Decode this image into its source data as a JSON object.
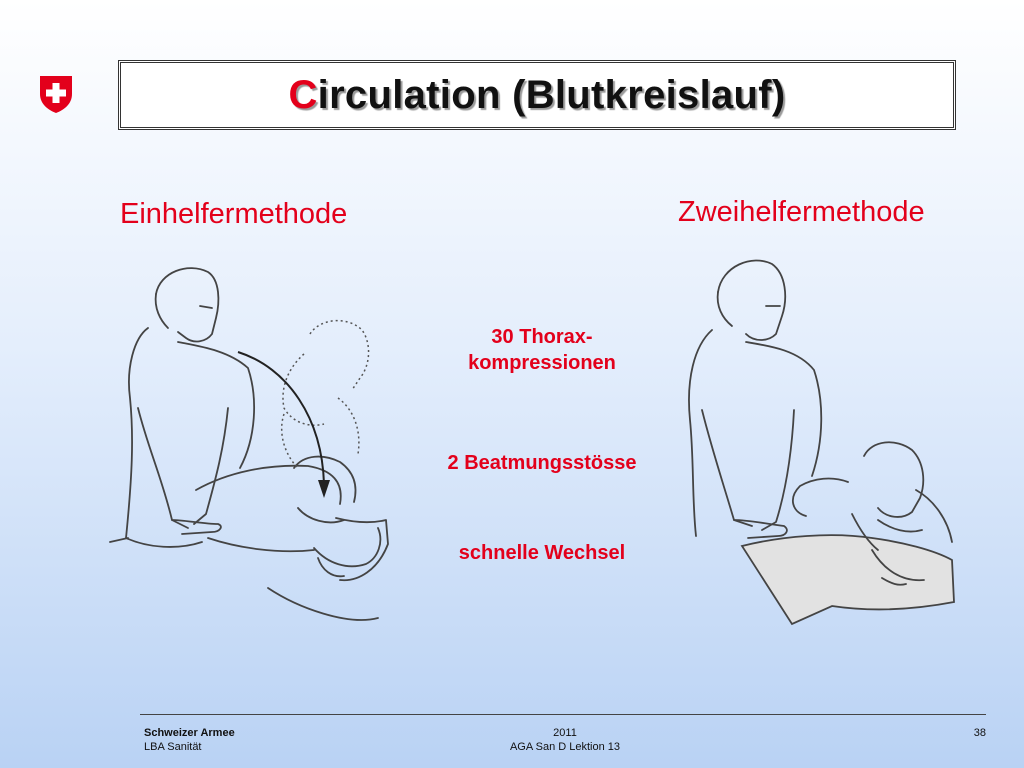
{
  "header": {
    "title_first_letter": "C",
    "title_rest": "irculation (Blutkreislauf)",
    "logo_icon": "swiss-cross-icon",
    "accent_color": "#e3001b"
  },
  "methods": {
    "left_label": "Einhelfermethode",
    "right_label": "Zweihelfermethode"
  },
  "steps": [
    {
      "line1": "30 Thorax-",
      "line2": "kompressionen"
    },
    {
      "line1": "2 Beatmungsstösse"
    },
    {
      "line1": "schnelle Wechsel"
    }
  ],
  "footer": {
    "org": "Schweizer Armee",
    "unit": "LBA Sanität",
    "year": "2011",
    "course": "AGA San D Lektion 13",
    "page": "38"
  }
}
